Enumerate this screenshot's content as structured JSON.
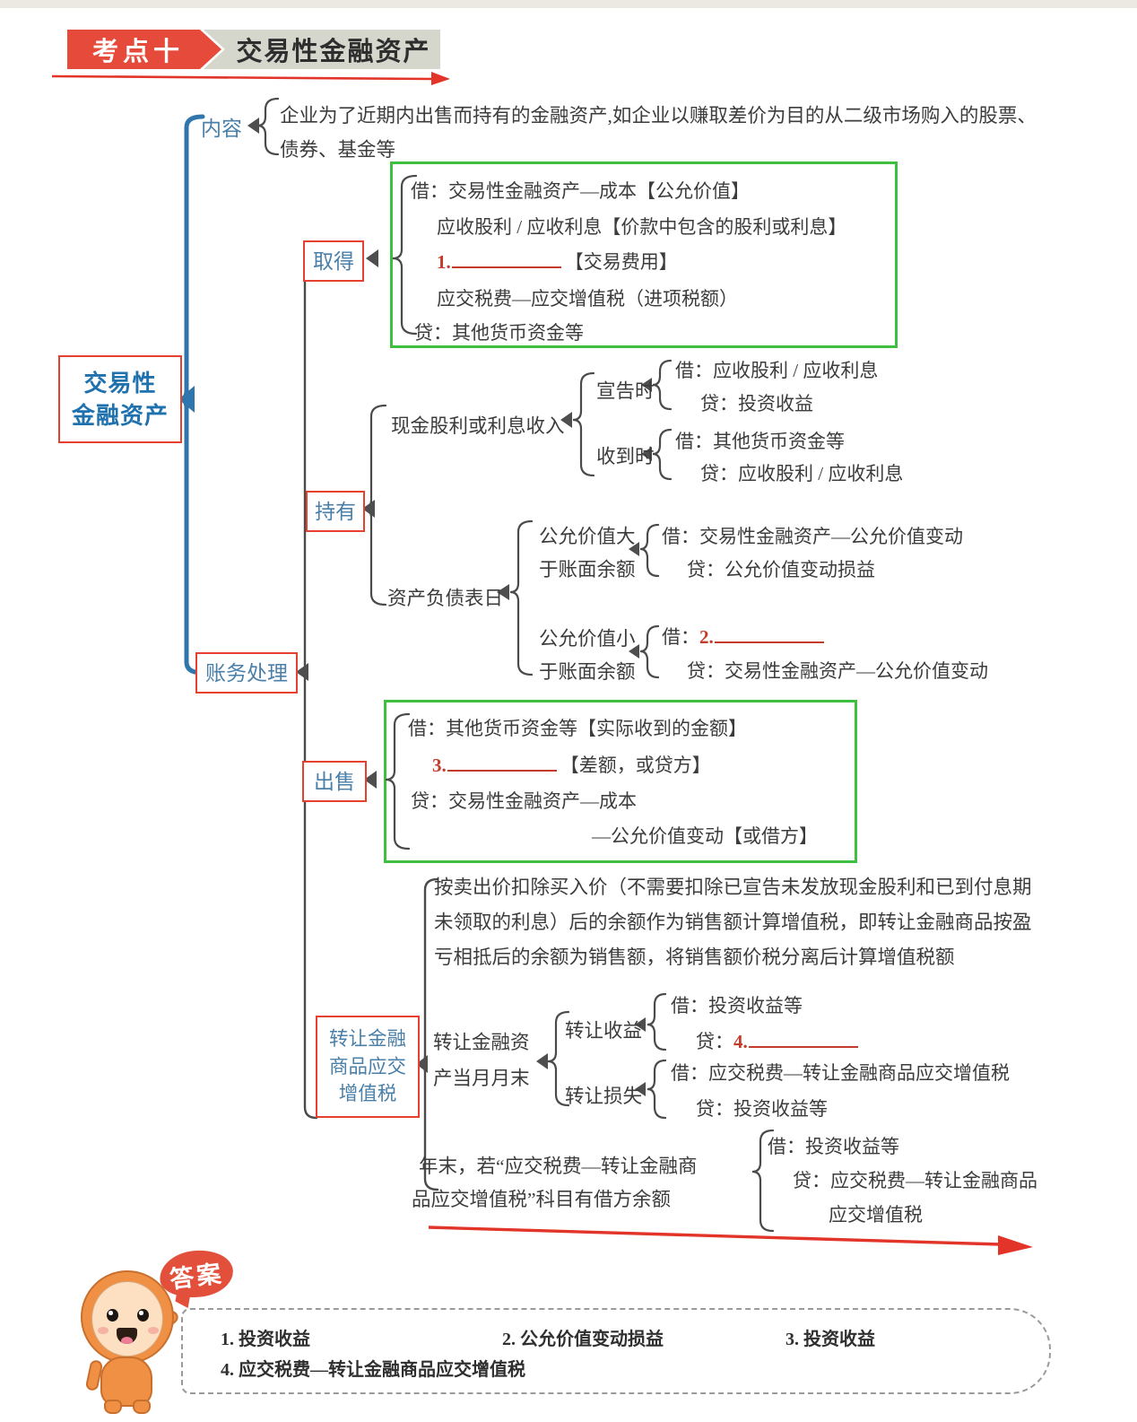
{
  "header": {
    "badge": "考点十",
    "title": "交易性金融资产"
  },
  "root": {
    "line1": "交易性",
    "line2": "金融资产"
  },
  "content": {
    "label": "内容",
    "line1": "企业为了近期内出售而持有的金融资产,如企业以赚取差价为目的从二级市场购入的股票、",
    "line2": "债券、基金等"
  },
  "accounting": {
    "label": "账务处理"
  },
  "acquisition": {
    "label": "取得",
    "debit_cost": "借：交易性金融资产—成本【公允价值】",
    "debit_receivable": "应收股利 / 应收利息【价款中包含的股利或利息】",
    "blank_num": "1.",
    "blank_suffix": "【交易费用】",
    "debit_tax": "应交税费—应交增值税（进项税额）",
    "credit": "贷：其他货币资金等"
  },
  "holding": {
    "label": "持有",
    "dividend": {
      "label": "现金股利或利息收入",
      "declare": {
        "label": "宣告时",
        "debit": "借：应收股利 / 应收利息",
        "credit": "贷：投资收益"
      },
      "receive": {
        "label": "收到时",
        "debit": "借：其他货币资金等",
        "credit": "贷：应收股利 / 应收利息"
      }
    },
    "balance_date": {
      "label": "资产负债表日",
      "fv_up": {
        "label1": "公允价值大",
        "label2": "于账面余额",
        "debit": "借：交易性金融资产—公允价值变动",
        "credit": "贷：公允价值变动损益"
      },
      "fv_down": {
        "label1": "公允价值小",
        "label2": "于账面余额",
        "debit_prefix": "借：",
        "blank_num": "2.",
        "credit": "贷：交易性金融资产—公允价值变动"
      }
    }
  },
  "sale": {
    "label": "出售",
    "debit_cash": "借：其他货币资金等【实际收到的金额】",
    "blank_num": "3.",
    "blank_suffix": "【差额，或贷方】",
    "credit_cost": "贷：交易性金融资产—成本",
    "credit_fv": "—公允价值变动【或借方】"
  },
  "vat": {
    "label1": "转让金融",
    "label2": "商品应交",
    "label3": "增值税",
    "note": [
      "按卖出价扣除买入价（不需要扣除已宣告未发放现金股利和已到付息期",
      "未领取的利息）后的余额作为销售额计算增值税，即转让金融商品按盈",
      "亏相抵后的余额为销售额，将销售额价税分离后计算增值税额"
    ],
    "monthly": {
      "label1": "转让金融资",
      "label2": "产当月月末",
      "gain": {
        "label": "转让收益",
        "debit": "借：投资收益等",
        "credit_prefix": "贷：",
        "blank_num": "4."
      },
      "loss": {
        "label": "转让损失",
        "debit": "借：应交税费—转让金融商品应交增值税",
        "credit": "贷：投资收益等"
      }
    },
    "yearend": {
      "line1": "年末，若“应交税费—转让金融商",
      "line2": "品应交增值税”科目有借方余额",
      "debit": "借：投资收益等",
      "credit1": "贷：应交税费—转让金融商品",
      "credit2": "应交增值税"
    }
  },
  "answers": {
    "bubble": "答案",
    "a1": "1. 投资收益",
    "a2": "2. 公允价值变动损益",
    "a3": "3. 投资收益",
    "a4": "4. 应交税费—转让金融商品应交增值税"
  },
  "colors": {
    "accent_red": "#e6402f",
    "box_green": "#3fbf3f",
    "label_blue": "#4a7fa8",
    "root_blue": "#1f72ad",
    "body_text": "#3c3c3c",
    "blank_red": "#c43b2a",
    "banner_gray": "#d5d7cd",
    "mascot_orange": "#ef9045",
    "bubble_red": "#e2503b"
  }
}
